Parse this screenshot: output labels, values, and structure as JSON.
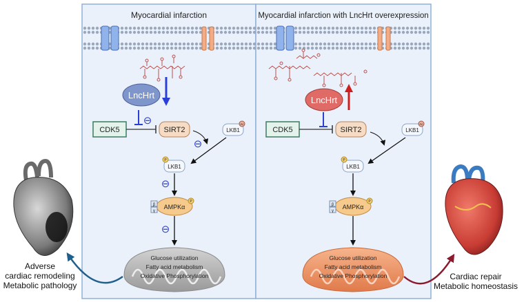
{
  "left_panel": {
    "title": "Myocardial infarction",
    "lncrna": "LncHrt",
    "kinase": "CDK5",
    "deacetylase": "SIRT2",
    "lkb1_ac": "LKB1",
    "ac_tag": "Ac",
    "lkb1_p": "LKB1",
    "p_tag": "P",
    "ampk": "AMPKα",
    "beta": "β",
    "gamma": "γ",
    "inhibition_symbol": "⊖",
    "mito_lines": [
      "Glucose utilization",
      "Fatty acid metabolism",
      "Oxidative Phosphorylation"
    ]
  },
  "right_panel": {
    "title": "Myocardial infarction with LncHrt overexpression",
    "lncrna": "LncHrt",
    "kinase": "CDK5",
    "deacetylase": "SIRT2",
    "lkb1_ac": "LKB1",
    "ac_tag": "Ac",
    "lkb1_p": "LKB1",
    "p_tag": "P",
    "ampk": "AMPKα",
    "beta": "β",
    "gamma": "γ",
    "mito_lines": [
      "Glucose utilization",
      "Fatty acid metabolism",
      "Oxidative Phosphorylation"
    ]
  },
  "left_outcome": [
    "Adverse",
    "cardiac remodeling",
    "Metabolic pathology"
  ],
  "right_outcome": [
    "Cardiac repair",
    "Metabolic homeostasis"
  ],
  "colors": {
    "panel_bg": "#eaf1fa",
    "panel_border": "#8fb0d6",
    "lncrna_left": "#7f96cc",
    "lncrna_right": "#e06a66",
    "arrow_down": "#2b3fd6",
    "arrow_up": "#cc2020",
    "cdk5_fill": "#e3f3ec",
    "sirt2_fill": "#f6dcc4",
    "ampk_fill": "#f6c98c",
    "mito_left": "#b9b9b9",
    "mito_right": "#ee9a6e",
    "outcome_left_arrow": "#1f5f8b",
    "outcome_right_arrow": "#8b1a2f"
  }
}
